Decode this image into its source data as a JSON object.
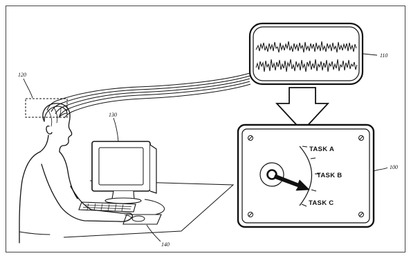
{
  "figure": {
    "reference_numerals": {
      "eeg_display": "110",
      "sensor_array": "120",
      "computer": "130",
      "input_device": "140",
      "task_indicator_panel": "100"
    },
    "task_dial": {
      "labels": [
        "TASK A",
        "TASK B",
        "TASK C"
      ],
      "selected_task": "TASK B"
    }
  }
}
